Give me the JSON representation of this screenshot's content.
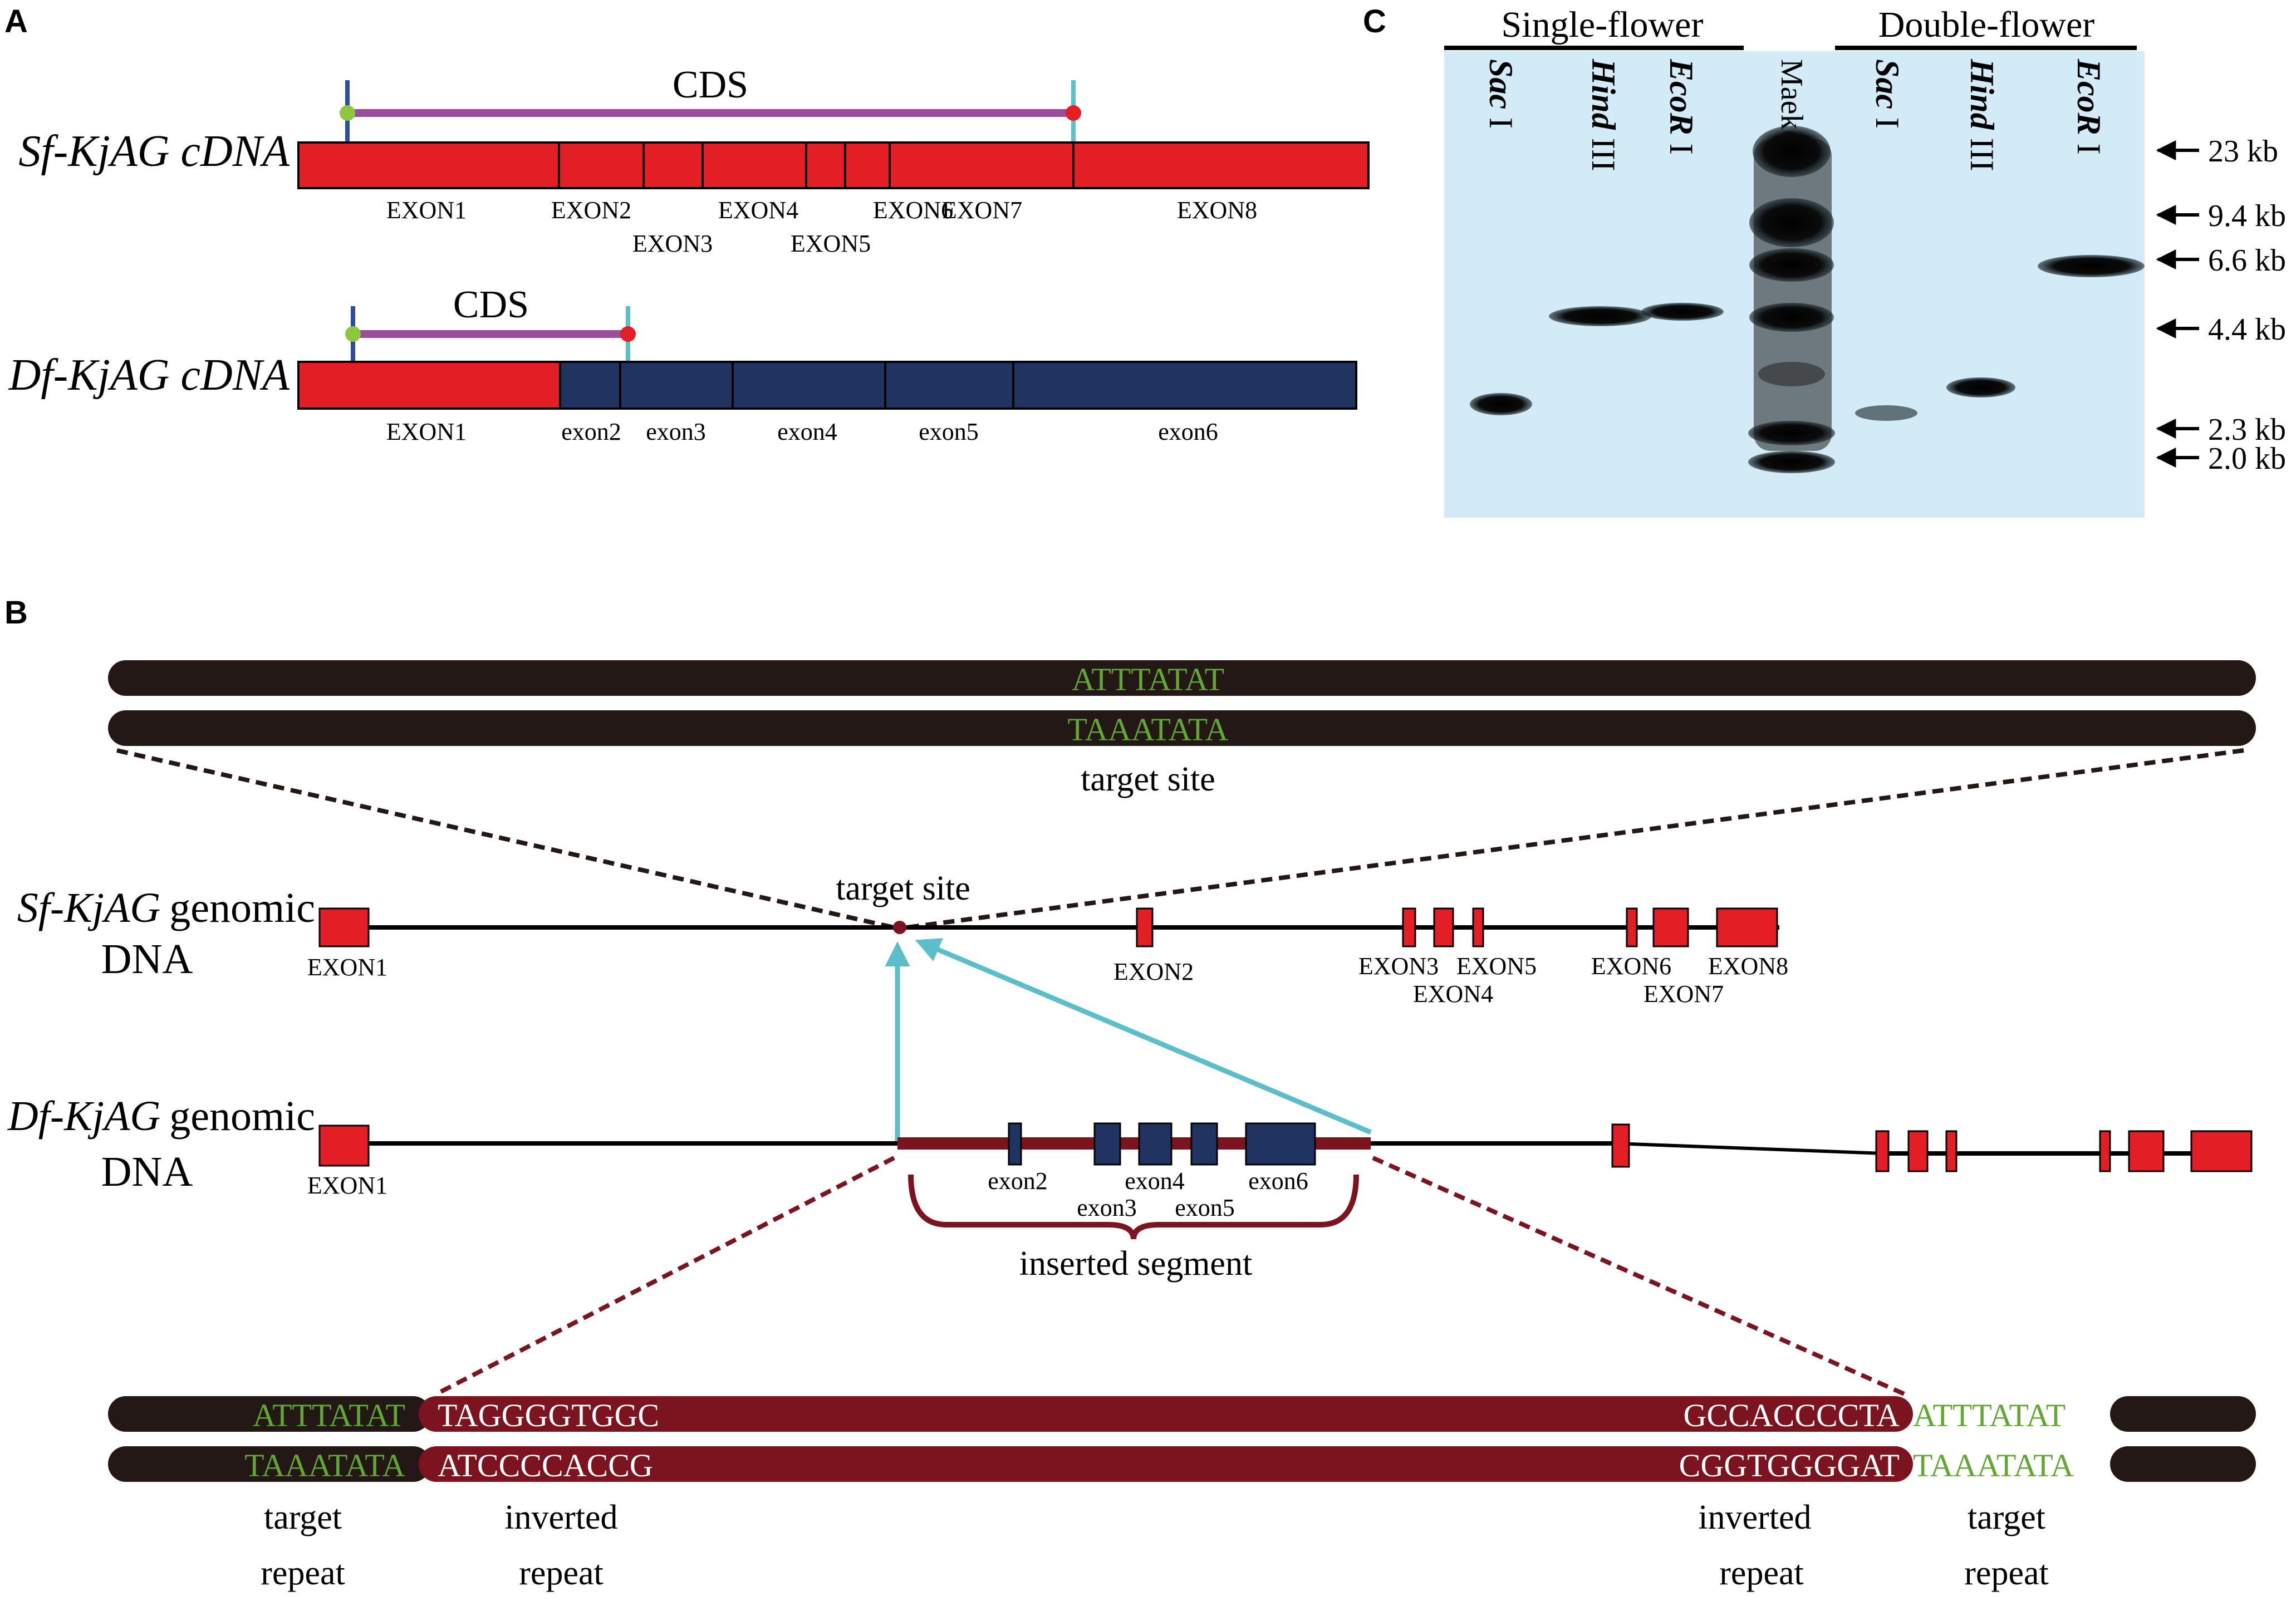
{
  "colors": {
    "sf_exon": "#e31e24",
    "df_exon": "#1f3461",
    "cds_line": "#9b4d9b",
    "cds_start": "#8dc63f",
    "cds_end": "#e31e24",
    "tick_blue": "#2b4ea2",
    "tick_cyan": "#5bbfc9",
    "chromosome": "#231815",
    "insert": "#7b141e",
    "green_seq": "#5fa832",
    "arrow_cyan": "#5bbfc9",
    "blot_bg": "#d2ebf6"
  },
  "panel_labels": {
    "a": "A",
    "b": "B",
    "c": "C"
  },
  "panel_a": {
    "sf": {
      "title": "Sf-KjAG cDNA",
      "cds_label": "CDS",
      "exon_labels": [
        "EXON1",
        "EXON2",
        "EXON3",
        "EXON4",
        "EXON5",
        "EXON6",
        "EXON7",
        "EXON8"
      ]
    },
    "df": {
      "title": "Df-KjAG cDNA",
      "cds_label": "CDS",
      "exon_labels": [
        "EXON1",
        "exon2",
        "exon3",
        "exon4",
        "exon5",
        "exon6"
      ]
    }
  },
  "panel_b": {
    "top_seq_1": "ATTTATAT",
    "top_seq_2": "TAAATATA",
    "top_caption": "target site",
    "sf_title": "Sf-KjAG",
    "sf_suffix": "genomic",
    "sf_line2": "DNA",
    "sf_target_label": "target site",
    "sf_exon_labels": [
      "EXON1",
      "EXON2",
      "EXON3",
      "EXON4",
      "EXON5",
      "EXON6",
      "EXON7",
      "EXON8"
    ],
    "df_title": "Df-KjAG",
    "df_suffix": "genomic",
    "df_line2": "DNA",
    "df_exon_labels": [
      "EXON1",
      "exon2",
      "exon3",
      "exon4",
      "exon5",
      "exon6"
    ],
    "inserted_label": "inserted segment",
    "bottom": {
      "left_target_1": "ATTTATAT",
      "left_target_2": "TAAATATA",
      "left_ir_1": "TAGGGGTGGC",
      "left_ir_2": "ATCCCCACCG",
      "right_ir_1": "GCCACCCCTA",
      "right_ir_2": "CGGTGGGGAT",
      "right_target_1": "ATTTATAT",
      "right_target_2": "TAAATATA"
    },
    "bottom_labels": {
      "target_repeat_l": [
        "target",
        "repeat"
      ],
      "inverted_repeat_l": [
        "inverted",
        "repeat"
      ],
      "inverted_repeat_r": [
        "inverted",
        "repeat"
      ],
      "target_repeat_r": [
        "target",
        "repeat"
      ]
    }
  },
  "panel_c": {
    "group_single": "Single-flower",
    "group_double": "Double-flower",
    "marker_label": "Maeker",
    "lanes": [
      {
        "enzyme": "Sac",
        "suffix": " I"
      },
      {
        "enzyme": "Hind",
        "suffix": " III"
      },
      {
        "enzyme": "EcoR",
        "suffix": " I"
      },
      {
        "enzyme": "Sac",
        "suffix": " I"
      },
      {
        "enzyme": "Hind",
        "suffix": " III"
      },
      {
        "enzyme": "EcoR",
        "suffix": " I"
      }
    ],
    "size_markers": [
      "23 kb",
      "9.4 kb",
      "6.6 kb",
      "4.4 kb",
      "2.3 kb",
      "2.0 kb"
    ],
    "arrow_glyph": "←"
  }
}
